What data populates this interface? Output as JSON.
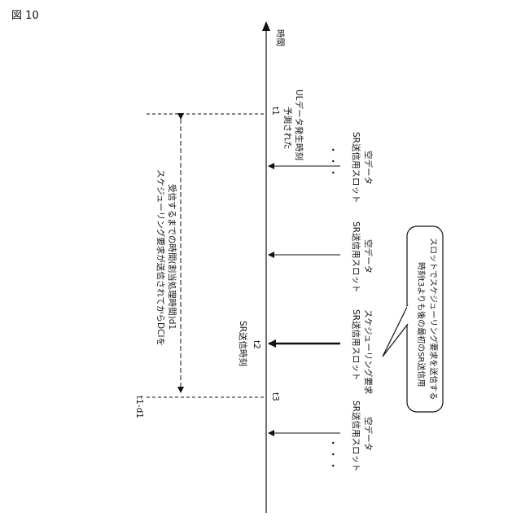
{
  "figure_label": "図 10",
  "axis": {
    "time_label": "時間"
  },
  "markers": {
    "t1": "t1",
    "t1_event": [
      "予測された",
      "ULデータ発生時刻"
    ],
    "t2": "t2",
    "t2_event": "SR送信時刻",
    "t3": "t3",
    "t1_d1": "t1-d1"
  },
  "span_label": [
    "スケジューリング要求が送信されてからDCIを",
    "受信するまでの時間(割当処理時間)d1"
  ],
  "slots": {
    "empty_line1": "SR送信用スロット",
    "empty_line2": "空データ",
    "request_line1": "SR送信用スロット",
    "request_line2": "スケジューリング要求"
  },
  "callout": [
    "時刻t3よりも後の最初のSR送信用",
    "スロットでスケジューリング要求を送信する"
  ],
  "ellipsis": "・・・"
}
